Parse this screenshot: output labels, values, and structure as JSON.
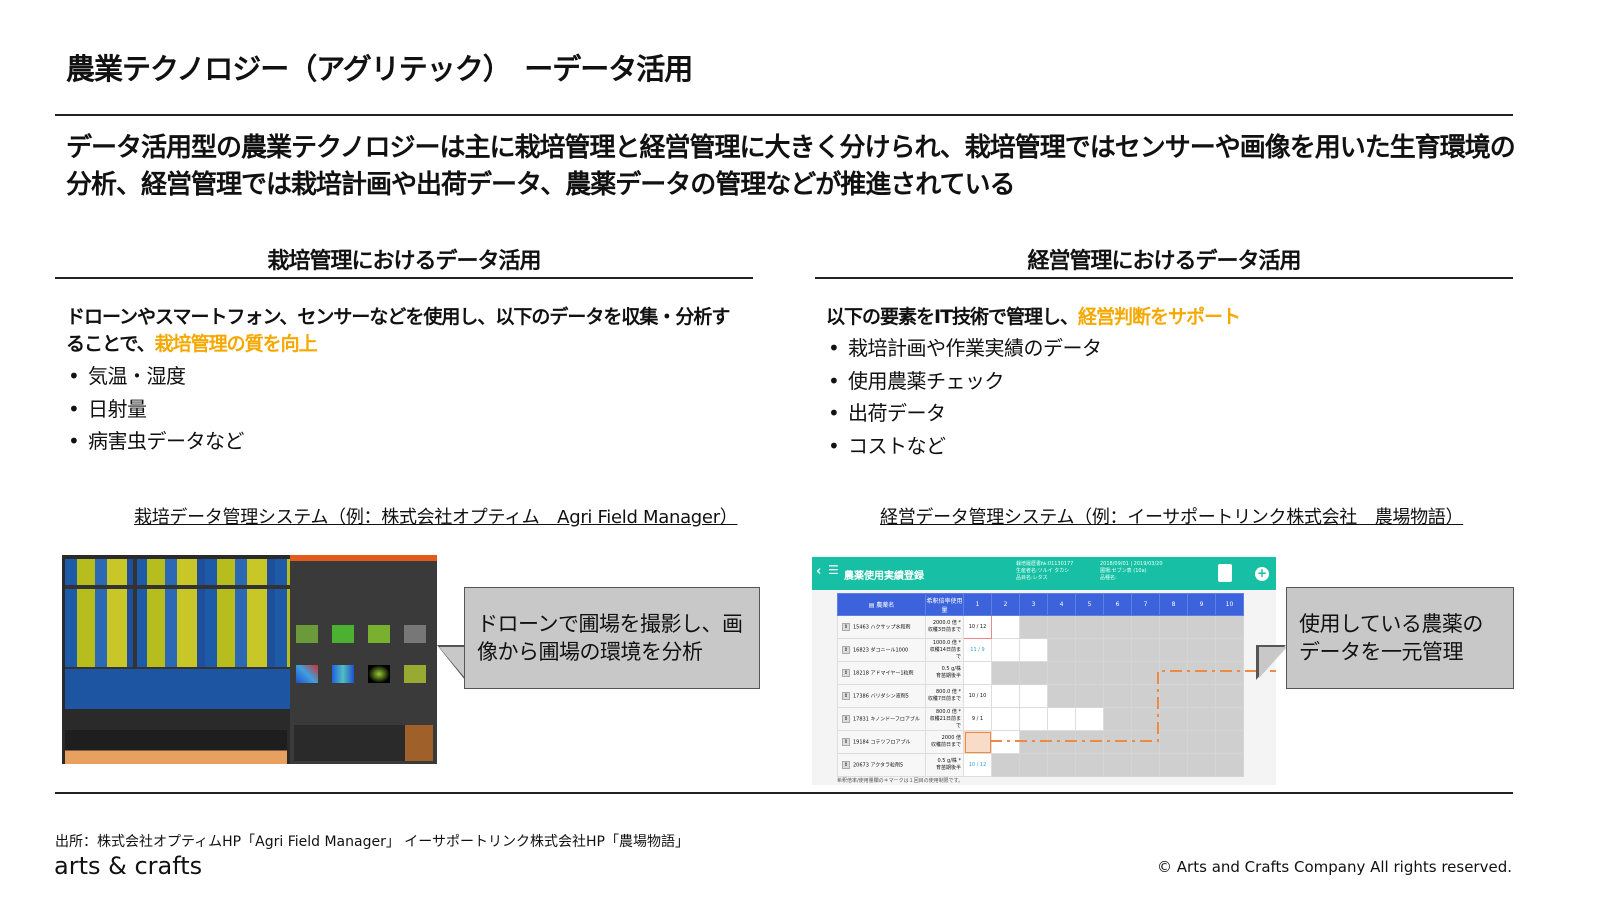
{
  "title": "農業テクノロジー（アグリテック）　ーデータ活用",
  "lead": "データ活用型の農業テクノロジーは主に栽培管理と経営管理に大きく分けられ、栽培管理ではセンサーや画像を用いた生育環境の分析、経営管理では栽培計画や出荷データ、農薬データの管理などが推進されている",
  "left": {
    "heading": "栽培管理におけるデータ活用",
    "sub_plain": "ドローンやスマートフォン、センサーなどを使用し、以下のデータを収集・分析することで、",
    "sub_highlight": "栽培管理の質を向上",
    "bullets": [
      "気温・湿度",
      "日射量",
      "病害虫データなど"
    ],
    "caption": "栽培データ管理システム（例：株式会社オプティム　Agri Field Manager）",
    "callout": "ドローンで圃場を撮影し、画像から圃場の環境を分析"
  },
  "right": {
    "heading": "経営管理におけるデータ活用",
    "sub_plain": "以下の要素をIT技術で管理し、",
    "sub_highlight": "経営判断をサポート",
    "bullets": [
      "栽培計画や作業実績のデータ",
      "使用農薬チェック",
      "出荷データ",
      "コストなど"
    ],
    "caption": "経営データ管理システム（例：イーサポートリンク株式会社　農場物語）",
    "callout": "使用している農薬のデータを一元管理",
    "app": {
      "title": "農薬使用実績登録",
      "meta1": [
        "栽培履歴書№:01130177",
        "生産者名:ツルイ タカシ",
        "品目名:レタス"
      ],
      "meta2": [
        "2018/09/01 | 2019/03/20",
        "圃場:セブン表 (10a)",
        "品種名:"
      ],
      "col_name": "農薬名",
      "col_dose": "希釈倍率使用量",
      "days": [
        "1",
        "2",
        "3",
        "4",
        "5",
        "6",
        "7",
        "8",
        "9",
        "10"
      ],
      "rows": [
        {
          "name": "15463 ハクサップ水和剤",
          "dose1": "2000.0 倍 *",
          "dose2": "収穫3日前まで",
          "value": "10 / 12"
        },
        {
          "name": "16823 ダコニール1000",
          "dose1": "1000.0 倍 *",
          "dose2": "収穫14日前まで",
          "value": "11 / 9"
        },
        {
          "name": "18218 アドマイヤー1粒剤",
          "dose1": "0.5 g/株",
          "dose2": "育苗期後半",
          "value": ""
        },
        {
          "name": "17386 バリダシン液剤5",
          "dose1": "800.0 倍 *",
          "dose2": "収穫7日前まで",
          "value": "10 / 10"
        },
        {
          "name": "17831 キノンドーフロアブル",
          "dose1": "800.0 倍 *",
          "dose2": "収穫21日前まで",
          "value": "9 / 1"
        },
        {
          "name": "19184 コテツフロアブル",
          "dose1": "2000 倍",
          "dose2": "収穫前日まで",
          "value": ""
        },
        {
          "name": "20673 アクタラ粒剤5",
          "dose1": "0.5 g/株 *",
          "dose2": "育苗期後半",
          "value": "10 / 12"
        }
      ],
      "note": "希釈倍率/使用量欄の＊マークは１回目の使用制限です。"
    }
  },
  "footer": {
    "source": "出所：株式会社オプティムHP「Agri Field Manager」 イーサポートリンク株式会社HP「農場物語」",
    "logo": "arts & crafts",
    "copyright": "© Arts and Crafts Company All rights reserved."
  },
  "colors": {
    "accent": "#f5a800",
    "teal": "#17c0a4",
    "table_header": "#3c63db",
    "callout": "#c8c8c8",
    "highlight_line": "#ee8a44"
  }
}
